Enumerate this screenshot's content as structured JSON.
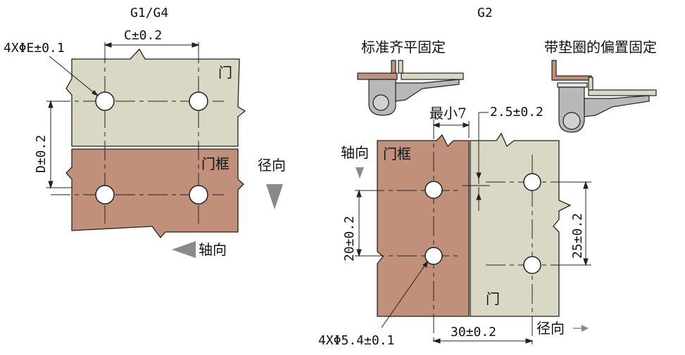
{
  "left": {
    "title": "G1/G4",
    "hole_label": "4XΦE±0.1",
    "c_dim": "C±0.2",
    "d_dim": "D±0.2",
    "door_label": "门",
    "frame_label": "门框",
    "radial_label": "径向",
    "axial_label": "轴向"
  },
  "right": {
    "title": "G2",
    "flush_label": "标准齐平固定",
    "offset_label": "带垫圈的偏置固定",
    "min_label": "最小7",
    "gap_dim": "2.5±0.2",
    "axial_label": "轴向",
    "frame_label": "门框",
    "door_label": "门",
    "dim_20": "20±0.2",
    "dim_25": "25±0.2",
    "dim_30": "30±0.2",
    "hole_label": "4XΦ5.4±0.1",
    "radial_label": "径向"
  },
  "colors": {
    "door": "#d9d8c4",
    "frame": "#c0907a",
    "hinge_gray": "#b8b8b8",
    "arrow_gray": "#8a8a8a"
  }
}
